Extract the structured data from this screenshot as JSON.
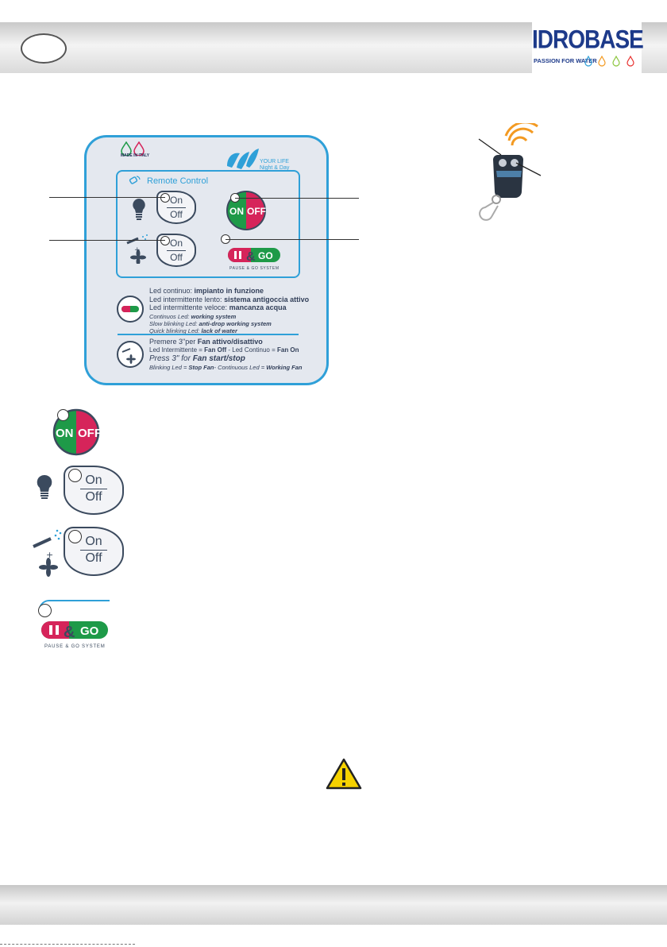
{
  "logo": {
    "name": "IDROBASE",
    "registered": "®",
    "tagline": "PASSION FOR WATER"
  },
  "panel": {
    "made_in": "MADE IN ITALY",
    "brand_line1": "YOUR LIFE",
    "brand_line2": "Night & Day",
    "remote_title": "Remote Control",
    "on": "On",
    "off": "Off",
    "onoff_on": "ON",
    "onoff_off": "OFF",
    "pause_go": "GO",
    "pause_go_system": "PAUSE & GO SYSTEM",
    "legend_it_1a": "Led continuo: ",
    "legend_it_1b": "impianto in funzione",
    "legend_it_2a": "Led intermittente lento: ",
    "legend_it_2b": "sistema antigoccia attivo",
    "legend_it_3a": "Led intermittente veloce: ",
    "legend_it_3b": "mancanza acqua",
    "legend_en_1a": "Continuos Led: ",
    "legend_en_1b": "working system",
    "legend_en_2a": "Slow blinking Led: ",
    "legend_en_2b": "anti-drop working system",
    "legend_en_3a": "Quick blinking Led: ",
    "legend_en_3b": "lack of water",
    "fan_it_1a": "Premere 3\"per ",
    "fan_it_1b": "Fan attivo/disattivo",
    "fan_it_2a": "Led Intermittente = ",
    "fan_it_2b": "Fan Off",
    "fan_it_2c": " - Led Continuo = ",
    "fan_it_2d": "Fan On",
    "fan_en_1a": "Press 3\" for ",
    "fan_en_1b": "Fan start/stop",
    "fan_en_2a": "Blinking Led = ",
    "fan_en_2b": "Stop Fan",
    "fan_en_2c": "- Continuous Led = ",
    "fan_en_2d": "Working Fan"
  },
  "legend": {
    "on": "On",
    "off": "Off",
    "onoff_on": "ON",
    "onoff_off": "OFF",
    "pause_go": "GO",
    "pause_go_system": "PAUSE & GO SYSTEM"
  },
  "colors": {
    "panel_border": "#2fa0d8",
    "on_green": "#1e9a48",
    "off_red": "#d6245a",
    "logo_blue": "#1d3a8a",
    "remote_wave": "#f39a22"
  }
}
